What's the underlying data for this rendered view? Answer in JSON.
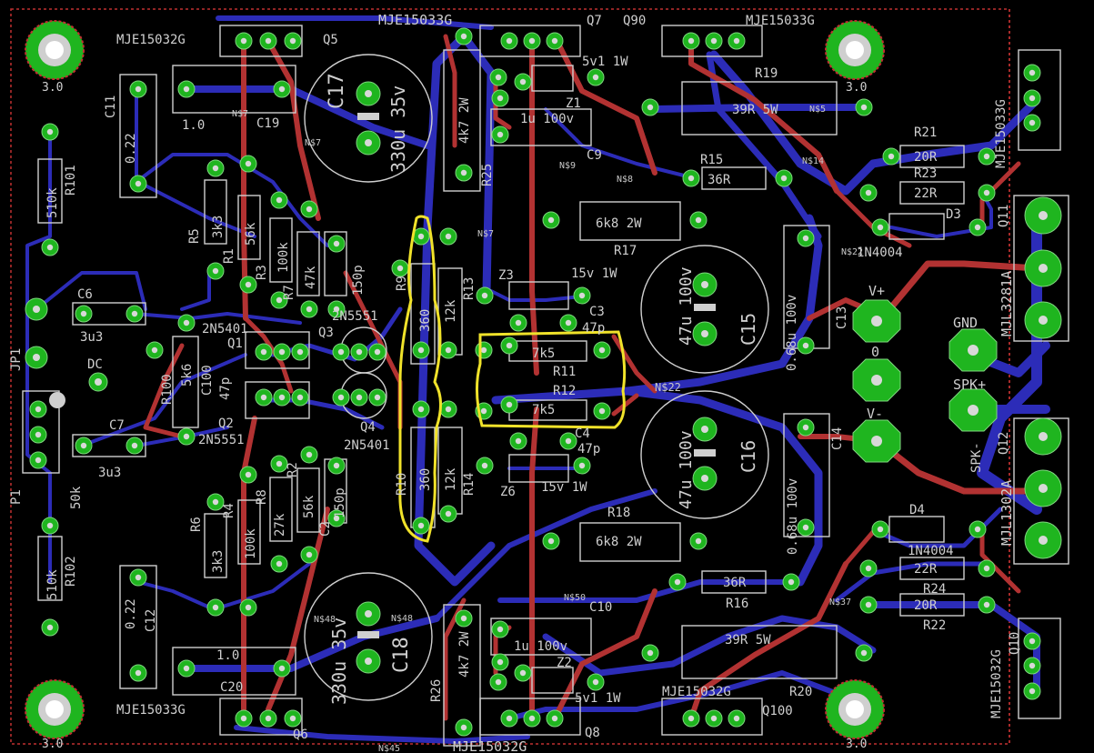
{
  "labels": {
    "q5_part": "MJE15032G",
    "q5_ref": "Q5",
    "q7_part": "MJE15033G",
    "q7_ref": "Q7",
    "q90_ref": "Q90",
    "q90_part": "MJE15033G",
    "q13_part": "MJE15033G",
    "q6_part": "MJE15033G",
    "q6_ref": "Q6",
    "q8_part": "MJE15032G",
    "q8_ref": "Q8",
    "q100_part": "MJE15032G",
    "q100_ref": "Q100",
    "q10_part": "MJE15032G",
    "q10_ref": "Q10",
    "q11_part": "MJL3281A",
    "q11_ref": "Q11",
    "q12_part": "MJL1302A",
    "q12_ref": "Q12",
    "c11_ref": "C11",
    "c11_val": "0.22",
    "c19_ref": "C19",
    "c19_val": "1.0",
    "c17_ref": "C17",
    "c17_val": "330u 35v",
    "r25_ref": "R25",
    "r25_val": "4k7 2W",
    "z1_ref": "Z1",
    "z1_val": "5v1  1W",
    "c9_ref": "C9",
    "c9_val": "1u 100v",
    "r19_ref": "R19",
    "r19_val": "39R 5W",
    "r21_ref": "R21",
    "r21_val": "20R",
    "r23_ref": "R23",
    "r23_val": "22R",
    "d3r_ref": "D3",
    "d3r_val": "1N4004",
    "r101_ref": "R101",
    "r101_val": "510k",
    "r5_ref": "R5",
    "r5_val": "3k3",
    "r1_ref": "R1",
    "r1_val": "56k",
    "r3_ref": "R3",
    "r3_val": "100k",
    "r7_ref": "R7",
    "r7_val": "47k",
    "c1_val": "150p",
    "r9_ref": "R9",
    "r9_val": "360",
    "r13_ref": "R13",
    "r13_val": "12k",
    "r15_ref": "R15",
    "r15_val": "36R",
    "r17_ref": "R17",
    "r17_val": "6k8 2W",
    "c13_ref": "C13",
    "c13_val": "0.68u 100v",
    "c15_ref": "C15",
    "c15_val": "47u 100v",
    "z3_ref": "Z3",
    "z3_val": "15v 1W",
    "c3_ref": "C3",
    "c3_val": "47p",
    "r11_ref": "R11",
    "r11_val": "7k5",
    "r12_ref": "R12",
    "r12_val": "7k5",
    "c4_ref": "C4",
    "c4_val": "47p",
    "z6_ref": "Z6",
    "z6_val": "15v 1W",
    "c6_ref": "C6",
    "c6_val": "3u3",
    "c7_ref": "C7",
    "c7_val": "3u3",
    "jp1_ref": "JP1",
    "dc": "DC",
    "p1_ref": "P1",
    "p1_val": "50k",
    "r100_ref": "R100",
    "r100_val": "5k6",
    "c100_ref": "C100",
    "c100_val": "47p",
    "q1_part": "2N5401",
    "q1_ref": "Q1",
    "q3_part": "2N5551",
    "q3_ref": "Q3",
    "q2_ref": "Q2",
    "q2_part": "2N5551",
    "q4_ref": "Q4",
    "q4_part": "2N5401",
    "r6_ref": "R6",
    "r6_val": "3k3",
    "r4_ref": "R4",
    "r4_val": "100k",
    "r8_ref": "R8",
    "r8_val": "27k",
    "r2_ref": "R2",
    "r2_val": "56k",
    "c2_ref": "C2",
    "c2_val": "150p",
    "r10_ref": "R10",
    "r10_val": "360",
    "r14_ref": "R14",
    "r14_val": "12k",
    "r18_ref": "R18",
    "r18_val": "6k8 2W",
    "c16_ref": "C16",
    "c16_val": "47u 100v",
    "c14_ref": "C14",
    "c14_val": "0.68u 100v",
    "r102_ref": "R102",
    "r102_val": "510k",
    "c12_ref": "C12",
    "c12_val": "0.22",
    "c18_ref": "C18",
    "c18_val": "330u 35v",
    "r26_ref": "R26",
    "r26_val": "4k7 2W",
    "c10_ref": "C10",
    "c10_val": "1u 100v",
    "z2_ref": "Z2",
    "z2_val": "5v1  1W",
    "r16_ref": "R16",
    "r16_val": "36R",
    "r20_ref": "R20",
    "r20_val": "39R 5W",
    "r24_ref": "R24",
    "r24_val": "22R",
    "r22_ref": "R22",
    "r22_val": "20R",
    "d4_ref": "D4",
    "d4_val": "1N4004",
    "c20_ref": "C20",
    "c20_val": "1.0",
    "vplus": "V+",
    "zero": "0",
    "vminus": "V-",
    "gnd": "GND",
    "spk_pos": "SPK+",
    "spk_neg": "SPK-",
    "hole_label": "3.0"
  },
  "nets": {
    "n7a": "N$7",
    "n7b": "N$7",
    "n7c": "N$7",
    "n8": "N$8",
    "n9": "N$9",
    "n5": "N$5",
    "n14": "N$14",
    "n22": "N$22",
    "n22b": "N$22",
    "n48": "N$48",
    "n48b": "N$48",
    "n50": "N$50",
    "n45": "N$45",
    "n37": "N$37"
  },
  "colors": {
    "board": "#000000",
    "top_copper": "#b23232",
    "bottom_copper": "#2c2cb8",
    "pad": "#1fb51f",
    "silkscreen": "#cfcfcf",
    "highlight": "#f0e22a",
    "board_edge": "#c03030"
  }
}
